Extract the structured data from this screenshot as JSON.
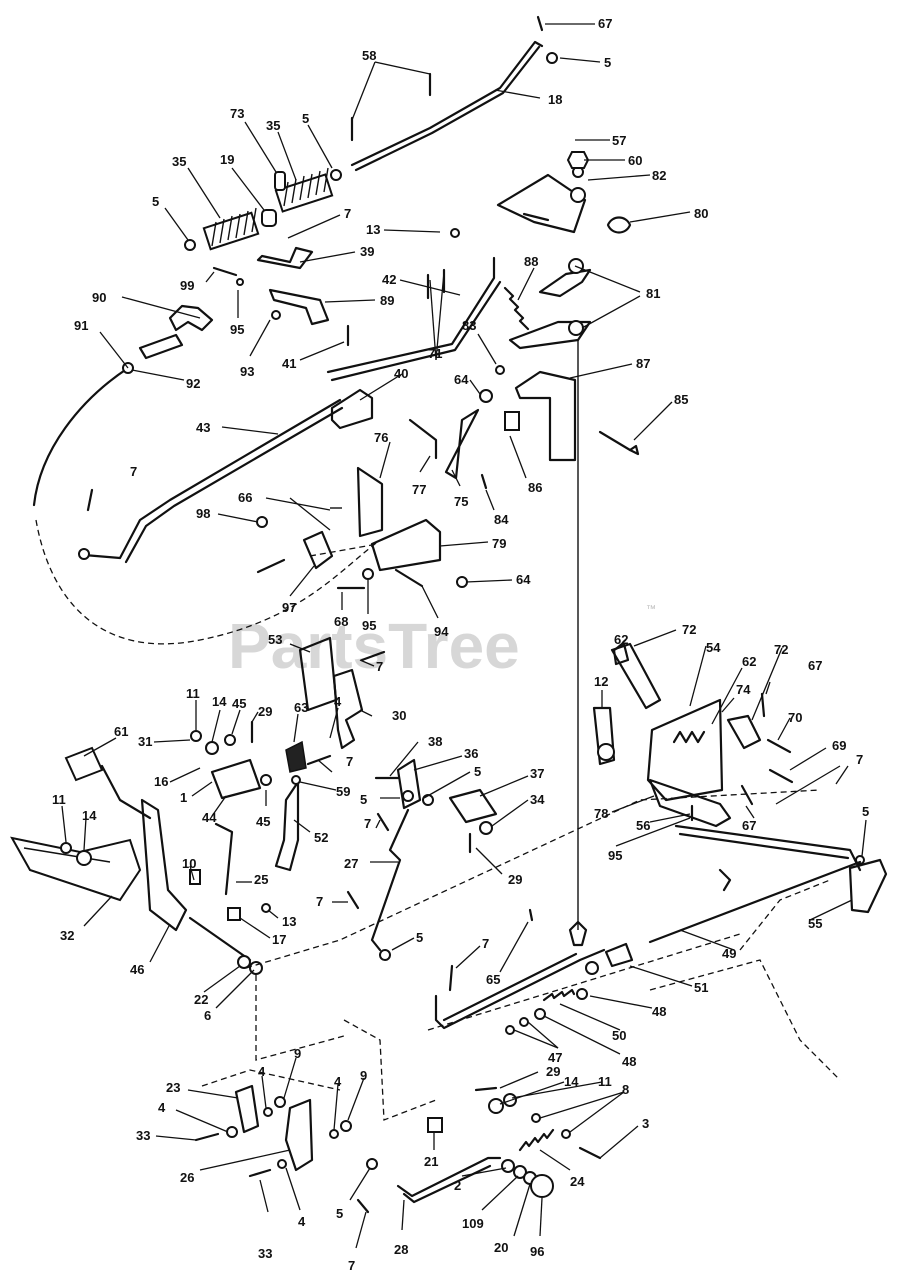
{
  "watermark": {
    "text": "PartsTree",
    "trademark": "™"
  },
  "callouts": [
    {
      "id": "c67a",
      "label": "67"
    },
    {
      "id": "c5a",
      "label": "5"
    },
    {
      "id": "c58",
      "label": "58"
    },
    {
      "id": "c18",
      "label": "18"
    },
    {
      "id": "c73",
      "label": "73"
    },
    {
      "id": "c35a",
      "label": "35"
    },
    {
      "id": "c5b",
      "label": "5"
    },
    {
      "id": "c35b",
      "label": "35"
    },
    {
      "id": "c19",
      "label": "19"
    },
    {
      "id": "c5c",
      "label": "5"
    },
    {
      "id": "c7a",
      "label": "7"
    },
    {
      "id": "c13a",
      "label": "13"
    },
    {
      "id": "c57",
      "label": "57"
    },
    {
      "id": "c60",
      "label": "60"
    },
    {
      "id": "c82",
      "label": "82"
    },
    {
      "id": "c80",
      "label": "80"
    },
    {
      "id": "c39",
      "label": "39"
    },
    {
      "id": "c99",
      "label": "99"
    },
    {
      "id": "c89",
      "label": "89"
    },
    {
      "id": "c42",
      "label": "42"
    },
    {
      "id": "c88",
      "label": "88"
    },
    {
      "id": "c81",
      "label": "81"
    },
    {
      "id": "c90",
      "label": "90"
    },
    {
      "id": "c95a",
      "label": "95"
    },
    {
      "id": "c91",
      "label": "91"
    },
    {
      "id": "c93",
      "label": "93"
    },
    {
      "id": "c41",
      "label": "41"
    },
    {
      "id": "c92",
      "label": "92"
    },
    {
      "id": "c83",
      "label": "83"
    },
    {
      "id": "c71",
      "label": "71"
    },
    {
      "id": "c87",
      "label": "87"
    },
    {
      "id": "c40",
      "label": "40"
    },
    {
      "id": "c64a",
      "label": "64"
    },
    {
      "id": "c85",
      "label": "85"
    },
    {
      "id": "c43",
      "label": "43"
    },
    {
      "id": "c76",
      "label": "76"
    },
    {
      "id": "c7b",
      "label": "7"
    },
    {
      "id": "c77",
      "label": "77"
    },
    {
      "id": "c75",
      "label": "75"
    },
    {
      "id": "c86",
      "label": "86"
    },
    {
      "id": "c66",
      "label": "66"
    },
    {
      "id": "c84",
      "label": "84"
    },
    {
      "id": "c98",
      "label": "98"
    },
    {
      "id": "c79",
      "label": "79"
    },
    {
      "id": "c64b",
      "label": "64"
    },
    {
      "id": "c97",
      "label": "97"
    },
    {
      "id": "c68",
      "label": "68"
    },
    {
      "id": "c95b",
      "label": "95"
    },
    {
      "id": "c94",
      "label": "94"
    },
    {
      "id": "c53",
      "label": "53"
    },
    {
      "id": "c7c",
      "label": "7"
    },
    {
      "id": "c62a",
      "label": "62"
    },
    {
      "id": "c72a",
      "label": "72"
    },
    {
      "id": "c54",
      "label": "54"
    },
    {
      "id": "c62b",
      "label": "62"
    },
    {
      "id": "c72b",
      "label": "72"
    },
    {
      "id": "c11a",
      "label": "11"
    },
    {
      "id": "c14a",
      "label": "14"
    },
    {
      "id": "c45a",
      "label": "45"
    },
    {
      "id": "c29a",
      "label": "29"
    },
    {
      "id": "c63",
      "label": "63"
    },
    {
      "id": "c4a",
      "label": "4"
    },
    {
      "id": "c30",
      "label": "30"
    },
    {
      "id": "c12",
      "label": "12"
    },
    {
      "id": "c74",
      "label": "74"
    },
    {
      "id": "c67b",
      "label": "67"
    },
    {
      "id": "c61",
      "label": "61"
    },
    {
      "id": "c31",
      "label": "31"
    },
    {
      "id": "c70",
      "label": "70"
    },
    {
      "id": "c38",
      "label": "38"
    },
    {
      "id": "c36",
      "label": "36"
    },
    {
      "id": "c69",
      "label": "69"
    },
    {
      "id": "c16",
      "label": "16"
    },
    {
      "id": "c1",
      "label": "1"
    },
    {
      "id": "c7d",
      "label": "7"
    },
    {
      "id": "c59",
      "label": "59"
    },
    {
      "id": "c5d",
      "label": "5"
    },
    {
      "id": "c37",
      "label": "37"
    },
    {
      "id": "c7e",
      "label": "7"
    },
    {
      "id": "c44",
      "label": "44"
    },
    {
      "id": "c45b",
      "label": "45"
    },
    {
      "id": "c5e",
      "label": "5"
    },
    {
      "id": "c34",
      "label": "34"
    },
    {
      "id": "c78",
      "label": "78"
    },
    {
      "id": "c11b",
      "label": "11"
    },
    {
      "id": "c14b",
      "label": "14"
    },
    {
      "id": "c56",
      "label": "56"
    },
    {
      "id": "c67c",
      "label": "67"
    },
    {
      "id": "c5f",
      "label": "5"
    },
    {
      "id": "c52",
      "label": "52"
    },
    {
      "id": "c7f",
      "label": "7"
    },
    {
      "id": "c95c",
      "label": "95"
    },
    {
      "id": "c27",
      "label": "27"
    },
    {
      "id": "c29b",
      "label": "29"
    },
    {
      "id": "c10",
      "label": "10"
    },
    {
      "id": "c25",
      "label": "25"
    },
    {
      "id": "c55",
      "label": "55"
    },
    {
      "id": "c32",
      "label": "32"
    },
    {
      "id": "c7g",
      "label": "7"
    },
    {
      "id": "c13b",
      "label": "13"
    },
    {
      "id": "c17",
      "label": "17"
    },
    {
      "id": "c5g",
      "label": "5"
    },
    {
      "id": "c7h",
      "label": "7"
    },
    {
      "id": "c49",
      "label": "49"
    },
    {
      "id": "c46",
      "label": "46"
    },
    {
      "id": "c65",
      "label": "65"
    },
    {
      "id": "c22",
      "label": "22"
    },
    {
      "id": "c51",
      "label": "51"
    },
    {
      "id": "c6",
      "label": "6"
    },
    {
      "id": "c50",
      "label": "50"
    },
    {
      "id": "c48a",
      "label": "48"
    },
    {
      "id": "c47",
      "label": "47"
    },
    {
      "id": "c48b",
      "label": "48"
    },
    {
      "id": "c9a",
      "label": "9"
    },
    {
      "id": "c29c",
      "label": "29"
    },
    {
      "id": "c23",
      "label": "23"
    },
    {
      "id": "c4b",
      "label": "4"
    },
    {
      "id": "c4c",
      "label": "4"
    },
    {
      "id": "c9b",
      "label": "9"
    },
    {
      "id": "c14c",
      "label": "14"
    },
    {
      "id": "c11c",
      "label": "11"
    },
    {
      "id": "c8",
      "label": "8"
    },
    {
      "id": "c4d",
      "label": "4"
    },
    {
      "id": "c3",
      "label": "3"
    },
    {
      "id": "c33a",
      "label": "33"
    },
    {
      "id": "c21",
      "label": "21"
    },
    {
      "id": "c26",
      "label": "26"
    },
    {
      "id": "c24",
      "label": "24"
    },
    {
      "id": "c2",
      "label": "2"
    },
    {
      "id": "c5h",
      "label": "5"
    },
    {
      "id": "c33b",
      "label": "33"
    },
    {
      "id": "c4e",
      "label": "4"
    },
    {
      "id": "c109",
      "label": "109"
    },
    {
      "id": "c20",
      "label": "20"
    },
    {
      "id": "c96",
      "label": "96"
    },
    {
      "id": "c28",
      "label": "28"
    },
    {
      "id": "c7i",
      "label": "7"
    }
  ]
}
